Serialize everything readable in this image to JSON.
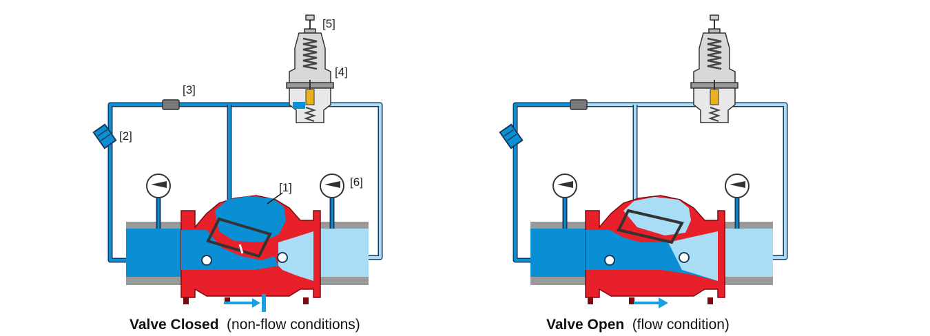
{
  "colors": {
    "high_pressure_water": "#0a8fd4",
    "low_pressure_water": "#a9dcf5",
    "pipe_outline": "#1a3a5a",
    "valve_body": "#e8202a",
    "flange_grey": "#9a9a9a",
    "bonnet_grey": "#d8d8d8",
    "arrow_blue": "#1aa0e0",
    "spring_yellow": "#e7b21e"
  },
  "labels": {
    "main_valve": "[1]",
    "filter": "[2]",
    "needle_valve": "[3]",
    "pilot": "[4]",
    "adjusting_screw": "[5]",
    "gauge": "[6]"
  },
  "captions": {
    "closed": {
      "title": "Valve Closed",
      "subtitle": "(non-flow conditions)"
    },
    "open": {
      "title": "Valve Open",
      "subtitle": "(flow condition)"
    }
  },
  "icons": {
    "gauge": "pressure-gauge-icon",
    "flow_arrow": "flow-arrow-icon",
    "stop_arrow": "flow-stop-icon",
    "filter": "filter-icon",
    "needle": "needle-valve-icon"
  }
}
